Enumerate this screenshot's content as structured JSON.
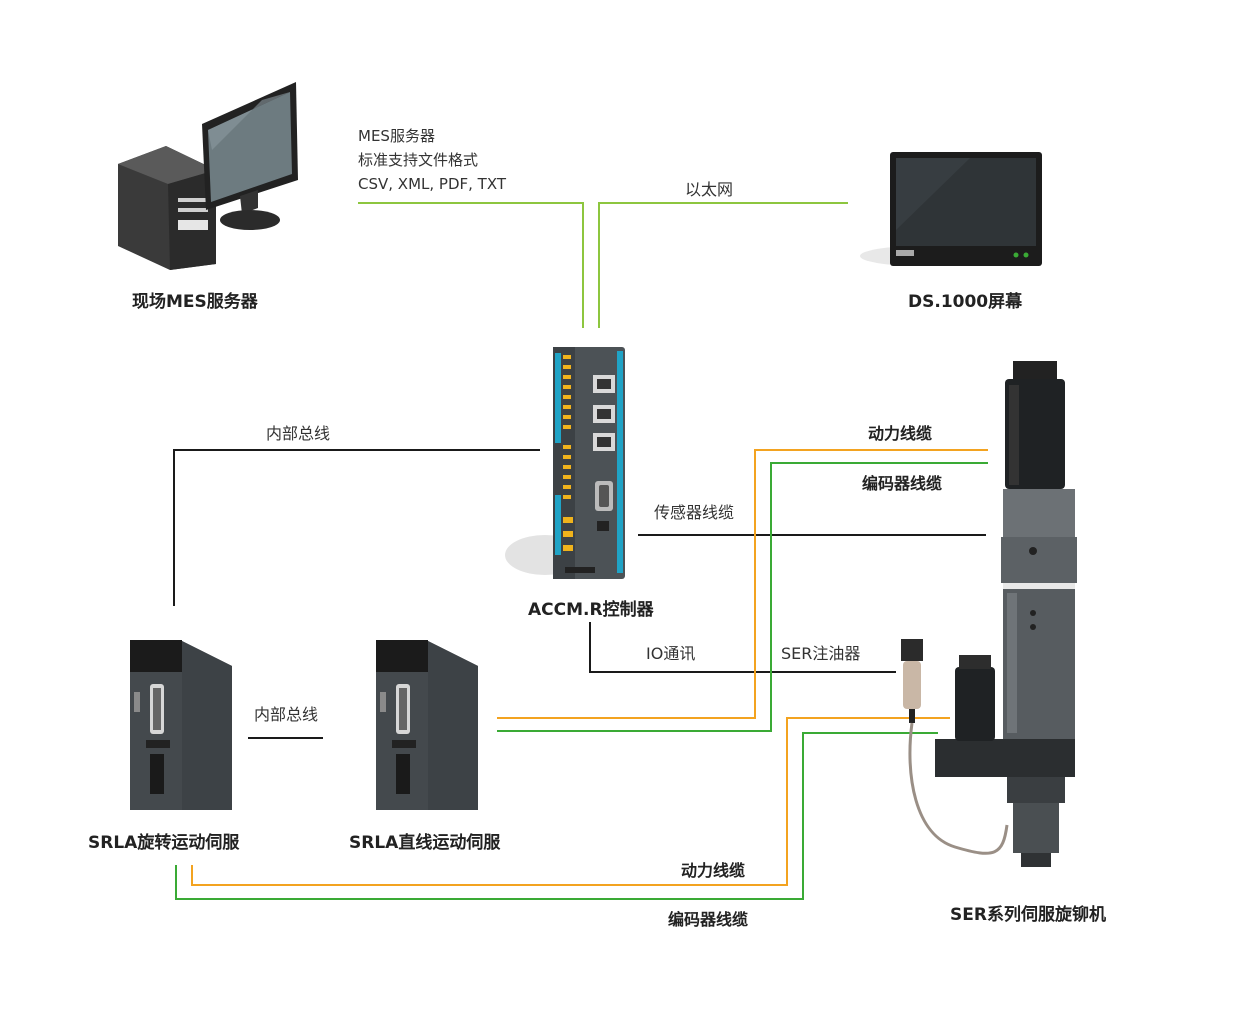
{
  "colors": {
    "ethernet_green": "#8dc63f",
    "power_orange": "#f3a320",
    "encoder_green": "#3aaa35",
    "bus_black": "#1a1a1a",
    "accent_teal": "#1fa3c6"
  },
  "labels": {
    "mes_server": "现场MES服务器",
    "mes_info": [
      "MES服务器",
      "标准支持文件格式",
      "CSV, XML, PDF, TXT"
    ],
    "ethernet": "以太网",
    "ds_screen": "DS.1000屏幕",
    "internal_bus_top": "内部总线",
    "controller": "ACCM.R控制器",
    "sensor_cable": "传感器线缆",
    "power_cable_top": "动力线缆",
    "encoder_cable_top": "编码器线缆",
    "io_comm": "IO通讯",
    "ser_oiler": "SER注油器",
    "internal_bus_mid": "内部总线",
    "srla_rotary": "SRLA旋转运动伺服",
    "srla_linear": "SRLA直线运动伺服",
    "power_cable_bottom": "动力线缆",
    "encoder_cable_bottom": "编码器线缆",
    "riveter": "SER系列伺服旋铆机"
  },
  "icons": {
    "pc": "desktop-computer-icon",
    "monitor": "touch-screen-monitor-icon",
    "controller": "controller-module-icon",
    "servo": "servo-drive-icon",
    "riveter": "servo-riveting-machine-icon",
    "oiler": "oiler-icon"
  }
}
